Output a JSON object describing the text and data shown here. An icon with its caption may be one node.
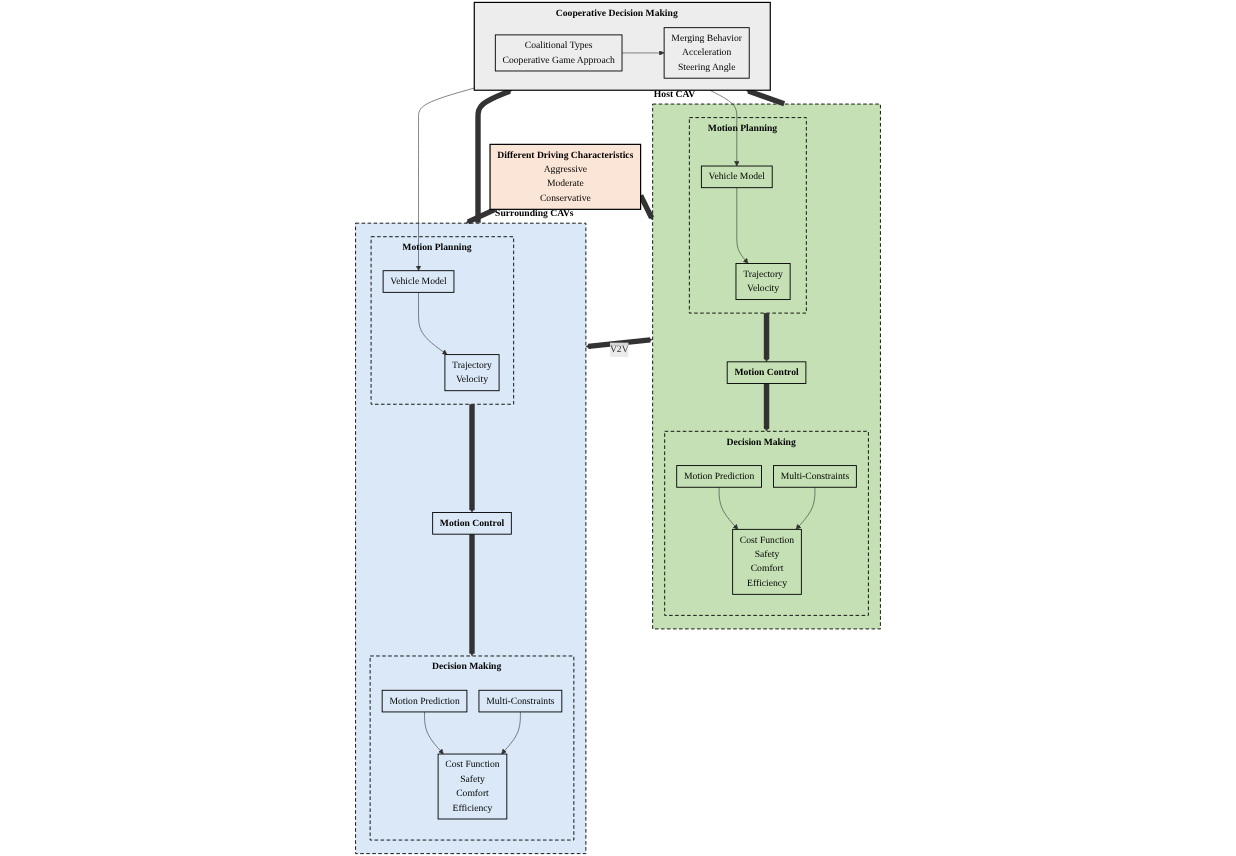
{
  "diagram": {
    "nodes": [
      {
        "text": [
          "Different Driving Characteristics",
          "Aggressive",
          "Moderate",
          "Conservative"
        ]
      },
      {
        "text": [
          "Host CAV"
        ]
      },
      {
        "text": [
          "Motion Control"
        ],
        "in": 1
      },
      {
        "text": [
          "Decision Making"
        ],
        "in": 1
      },
      {
        "text": [
          "Motion Prediction"
        ],
        "in": 3
      },
      {
        "text": [
          "Cost Function",
          "Safety",
          "Comfort",
          "Efficiency"
        ],
        "in": 3
      },
      {
        "text": [
          "Multi-Constraints"
        ],
        "in": 3
      },
      {
        "text": [
          "Motion Planning"
        ],
        "in": 1
      },
      {
        "text": [
          "Trajectory",
          "Velocity"
        ],
        "in": 7
      },
      {
        "text": [
          "Vehicle Model"
        ],
        "in": 7
      },
      {
        "text": [
          "Surrounding CAVs"
        ]
      },
      {
        "text": [
          "Decision Making"
        ],
        "in": 10
      },
      {
        "text": [
          "Motion Prediction"
        ],
        "in": 11
      },
      {
        "text": [
          "Cost Function",
          "Safety",
          "Comfort",
          "Efficiency"
        ],
        "in": 11
      },
      {
        "text": [
          "Multi-Constraints"
        ],
        "in": 11
      },
      {
        "text": [
          "Motion Control"
        ],
        "in": 10
      },
      {
        "text": [
          "Motion Planning"
        ],
        "in": 10
      },
      {
        "text": [
          "Trajectory",
          "Velocity"
        ],
        "in": 16
      },
      {
        "text": [
          "Vehicle Model"
        ],
        "in": 16
      },
      {
        "text": [
          "Cooperative Decision Making"
        ]
      },
      {
        "text": [
          "Coalitional Types",
          "Cooperative Game Approach"
        ],
        "in": 19
      },
      {
        "text": [
          "Merging Behavior",
          "Acceleration",
          "Steering Angle"
        ],
        "in": 19
      }
    ],
    "edges": [
      {
        "from": 0,
        "to": 1,
        "arrow": "to",
        "style": "thick"
      },
      {
        "from": 0,
        "to": 10,
        "arrow": "to",
        "style": "thick"
      },
      {
        "from": 7,
        "to": 2,
        "arrow": "to",
        "style": "thick"
      },
      {
        "from": 2,
        "to": 3,
        "arrow": "to",
        "style": "thick"
      },
      {
        "from": 4,
        "to": 5,
        "arrow": "to"
      },
      {
        "from": 6,
        "to": 5,
        "arrow": "to"
      },
      {
        "from": 9,
        "to": 8,
        "arrow": "to"
      },
      {
        "from": 1,
        "to": 10,
        "arrow": "both",
        "label": "V2V",
        "style": "thick"
      },
      {
        "from": 12,
        "to": 13,
        "arrow": "to"
      },
      {
        "from": 14,
        "to": 13,
        "arrow": "to"
      },
      {
        "from": 16,
        "to": 15,
        "arrow": "to",
        "style": "thick"
      },
      {
        "from": 15,
        "to": 11,
        "arrow": "to",
        "style": "thick"
      },
      {
        "from": 18,
        "to": 17,
        "arrow": "to"
      },
      {
        "from": 1,
        "to": 19,
        "arrow": "to",
        "style": "thick"
      },
      {
        "from": 10,
        "to": 19,
        "arrow": "to",
        "style": "thick"
      },
      {
        "from": 20,
        "to": 21,
        "arrow": "to"
      },
      {
        "from": 19,
        "to": 9,
        "arrow": "to"
      },
      {
        "from": 19,
        "to": 18,
        "arrow": "to"
      }
    ]
  }
}
